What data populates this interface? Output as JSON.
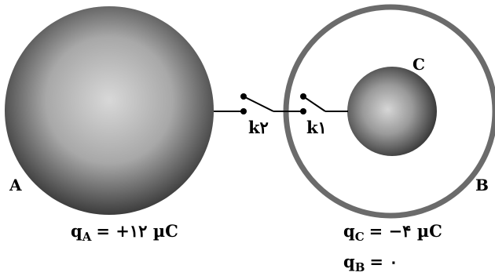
{
  "labels": {
    "sphere_a": "A",
    "sphere_b": "B",
    "sphere_c": "C",
    "switch_k2": "k۲",
    "switch_k1": "k۱"
  },
  "charges": {
    "qa_symbol": "q",
    "qa_sub": "A",
    "qa_value": "= +۱۲ µC",
    "qc_symbol": "q",
    "qc_sub": "C",
    "qc_value": "= −۴ µC",
    "qb_symbol": "q",
    "qb_sub": "B",
    "qb_value": "= ۰"
  },
  "colors": {
    "sphere_center": "#d6d6d6",
    "sphere_edge": "#3a3a3a",
    "shell_stroke": "#6b6b6b",
    "wire": "#000000"
  }
}
